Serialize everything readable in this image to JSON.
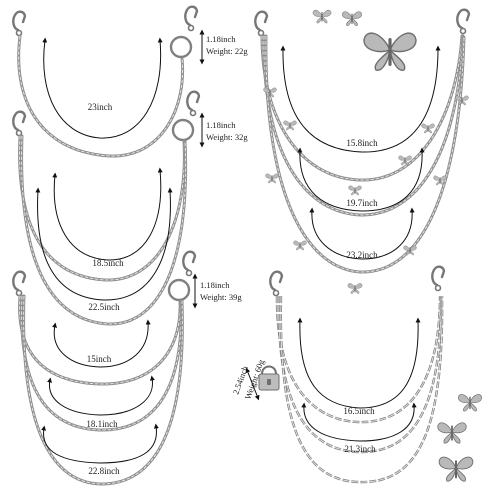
{
  "products": {
    "set1": {
      "length_a": "23inch",
      "ring_size": "1.18inch",
      "weight": "Weight:  22g"
    },
    "set2": {
      "length_a": "18.5inch",
      "length_b": "22.5inch",
      "ring_size": "1.18inch",
      "weight": "Weight:  32g"
    },
    "set3": {
      "length_a": "15inch",
      "length_b": "18.1inch",
      "length_c": "22.8inch",
      "ring_size": "1.18inch",
      "weight": "Weight:  39g"
    },
    "butterfly_set": {
      "length_a": "15.8inch",
      "length_b": "19.7inch",
      "length_c": "23.2inch"
    },
    "paperclip_set": {
      "length_a": "16.5inch",
      "length_b": "21.3inch",
      "lock_size": "2.54inch",
      "weight": "Weight:  60g"
    }
  }
}
